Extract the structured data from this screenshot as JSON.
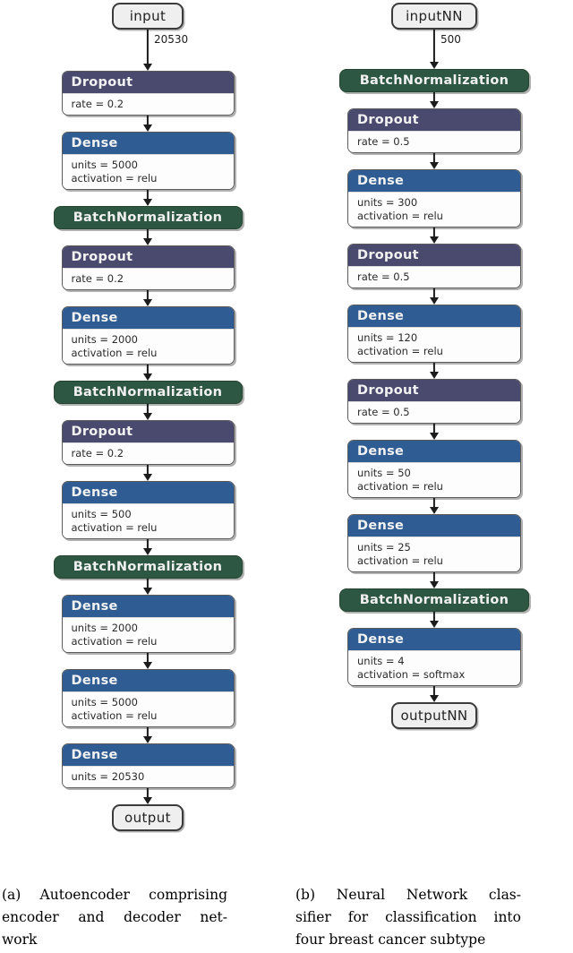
{
  "colors": {
    "dropout": "#4a4a6e",
    "dense": "#2e5c93",
    "batchnorm": "#2d5742",
    "terminal": "#efefef",
    "arrow": "#1c1c1c"
  },
  "subfigures": [
    {
      "id": "a",
      "caption_label": "(a)",
      "caption_lines": [
        "(a) Autoencoder comprising",
        "encoder and decoder net-",
        "work"
      ],
      "caption_text": "(a) Autoencoder comprising encoder and decoder network",
      "input_node": "input",
      "output_node": "output",
      "input_edge_label": "20530",
      "layers": [
        {
          "type": "Dropout",
          "rows": [
            "rate = 0.2"
          ]
        },
        {
          "type": "Dense",
          "rows": [
            "units = 5000",
            "activation = relu"
          ]
        },
        {
          "type": "BatchNormalization",
          "rows": []
        },
        {
          "type": "Dropout",
          "rows": [
            "rate = 0.2"
          ]
        },
        {
          "type": "Dense",
          "rows": [
            "units = 2000",
            "activation = relu"
          ]
        },
        {
          "type": "BatchNormalization",
          "rows": []
        },
        {
          "type": "Dropout",
          "rows": [
            "rate = 0.2"
          ]
        },
        {
          "type": "Dense",
          "rows": [
            "units = 500",
            "activation = relu"
          ]
        },
        {
          "type": "BatchNormalization",
          "rows": []
        },
        {
          "type": "Dense",
          "rows": [
            "units = 2000",
            "activation = relu"
          ]
        },
        {
          "type": "Dense",
          "rows": [
            "units = 5000",
            "activation = relu"
          ]
        },
        {
          "type": "Dense",
          "rows": [
            "units = 20530"
          ]
        }
      ]
    },
    {
      "id": "b",
      "caption_label": "(b)",
      "caption_lines": [
        "(b) Neural Network clas-",
        "sifier for classification into",
        "four breast cancer subtype"
      ],
      "caption_text": "(b) Neural Network classifier for classification into four breast cancer subtype",
      "input_node": "inputNN",
      "output_node": "outputNN",
      "input_edge_label": "500",
      "layers": [
        {
          "type": "BatchNormalization",
          "rows": []
        },
        {
          "type": "Dropout",
          "rows": [
            "rate = 0.5"
          ]
        },
        {
          "type": "Dense",
          "rows": [
            "units = 300",
            "activation = relu"
          ]
        },
        {
          "type": "Dropout",
          "rows": [
            "rate = 0.5"
          ]
        },
        {
          "type": "Dense",
          "rows": [
            "units = 120",
            "activation = relu"
          ]
        },
        {
          "type": "Dropout",
          "rows": [
            "rate = 0.5"
          ]
        },
        {
          "type": "Dense",
          "rows": [
            "units = 50",
            "activation = relu"
          ]
        },
        {
          "type": "Dense",
          "rows": [
            "units = 25",
            "activation = relu"
          ]
        },
        {
          "type": "BatchNormalization",
          "rows": []
        },
        {
          "type": "Dense",
          "rows": [
            "units = 4",
            "activation = softmax"
          ]
        }
      ]
    }
  ]
}
